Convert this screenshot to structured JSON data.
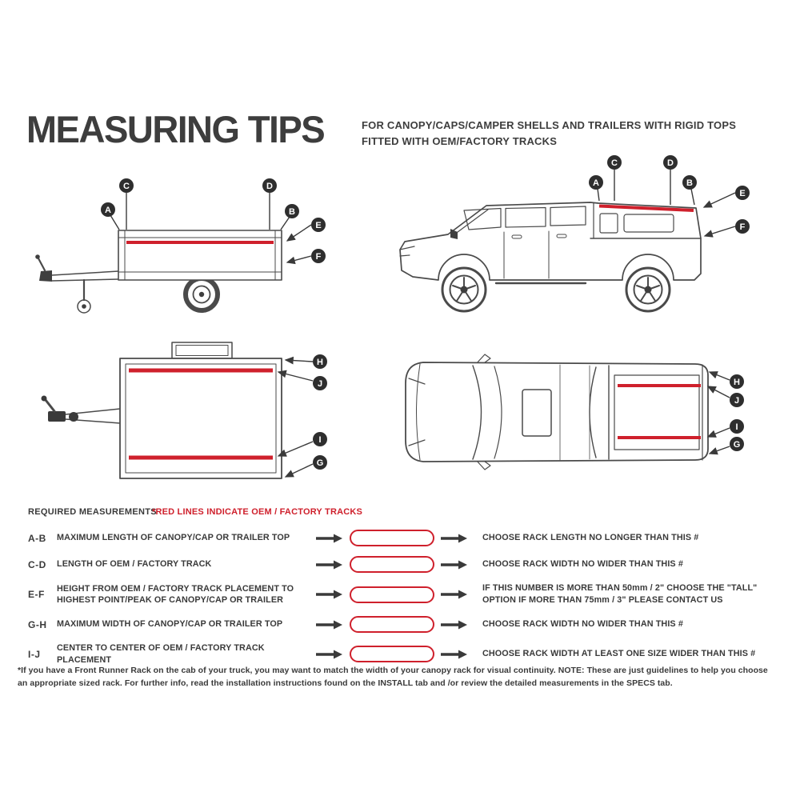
{
  "header": {
    "title": "MEASURING TIPS",
    "subtitle_line1": "FOR CANOPY/CAPS/CAMPER SHELLS AND TRAILERS WITH RIGID TOPS",
    "subtitle_line2": "FITTED WITH OEM/FACTORY TRACKS"
  },
  "letters": {
    "A": "A",
    "B": "B",
    "C": "C",
    "D": "D",
    "E": "E",
    "F": "F",
    "G": "G",
    "H": "H",
    "I": "I",
    "J": "J"
  },
  "measurements": {
    "section_title": "REQUIRED MEASUREMENTS",
    "red_note": "*RED LINES INDICATE OEM / FACTORY TRACKS",
    "rows": [
      {
        "id": "A-B",
        "description": "MAXIMUM  LENGTH OF CANOPY/CAP OR TRAILER TOP",
        "result": "CHOOSE RACK LENGTH NO LONGER THAN THIS #"
      },
      {
        "id": "C-D",
        "description": "LENGTH OF OEM / FACTORY TRACK",
        "result": "CHOOSE RACK WIDTH NO WIDER THAN THIS #"
      },
      {
        "id": "E-F",
        "description": "HEIGHT FROM OEM / FACTORY TRACK PLACEMENT TO HIGHEST POINT/PEAK OF CANOPY/CAP OR TRAILER",
        "result": "IF THIS NUMBER IS MORE THAN 50mm / 2\" CHOOSE THE \"TALL\" OPTION IF MORE THAN 75mm / 3\" PLEASE CONTACT US"
      },
      {
        "id": "G-H",
        "description": "MAXIMUM  WIDTH OF CANOPY/CAP OR TRAILER TOP",
        "result": "CHOOSE RACK WIDTH NO WIDER THAN THIS #"
      },
      {
        "id": "I-J",
        "description": "CENTER TO CENTER OF OEM / FACTORY TRACK PLACEMENT",
        "result": "CHOOSE RACK WIDTH AT LEAST ONE SIZE WIDER THAN THIS #"
      }
    ]
  },
  "footnote": "*If you have a Front Runner Rack on the cab of your truck, you may want to match the width of your canopy rack for visual continuity. NOTE: These are just guidelines to help you choose an appropriate sized rack. For further info, read the installation instructions found on the INSTALL tab and /or review the detailed measurements in the SPECS tab.",
  "colors": {
    "accent_red": "#cf202c",
    "text_dark": "#3a3a3a",
    "line_art": "#4a4a4a"
  }
}
